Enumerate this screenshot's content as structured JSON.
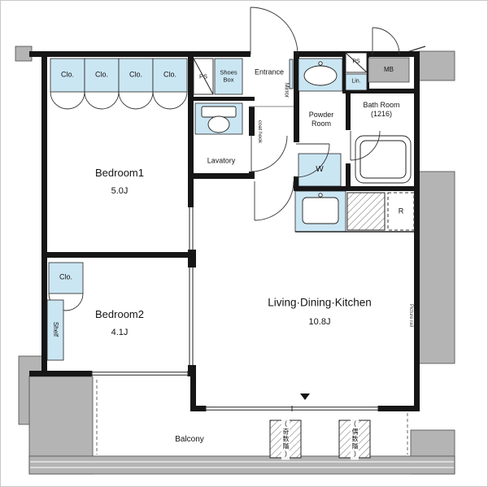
{
  "rooms": {
    "bedroom1": {
      "name": "Bedroom1",
      "size": "5.0J"
    },
    "bedroom2": {
      "name": "Bedroom2",
      "size": "4.1J"
    },
    "ldk": {
      "name": "Living·Dining·Kitchen",
      "size": "10.8J"
    },
    "lavatory": {
      "name": "Lavatory"
    },
    "powder_room": {
      "name": "Powder\nRoom"
    },
    "bath_room": {
      "name": "Bath Room\n(1216)"
    },
    "entrance": {
      "name": "Entrance"
    },
    "balcony": {
      "name": "Balcony"
    }
  },
  "fixtures": {
    "closet": "Clo.",
    "shoes_box": "Shoes\nBox",
    "shelf": "Shelf",
    "mirror": "Mirror",
    "coat_hook": "coat hook",
    "washer": "W",
    "refrigerator": "R",
    "linen": "Lin.",
    "meter_box": "MB",
    "pipe_space": "PS",
    "picture_rail": "Picture rail"
  },
  "annotations": {
    "odd_floors": "(奇数階)",
    "even_floors": "(偶数階)"
  },
  "colors": {
    "fixture_blue": "#cbe6f3",
    "wall_black": "#161616",
    "concrete_gray": "#b4b4b4"
  }
}
